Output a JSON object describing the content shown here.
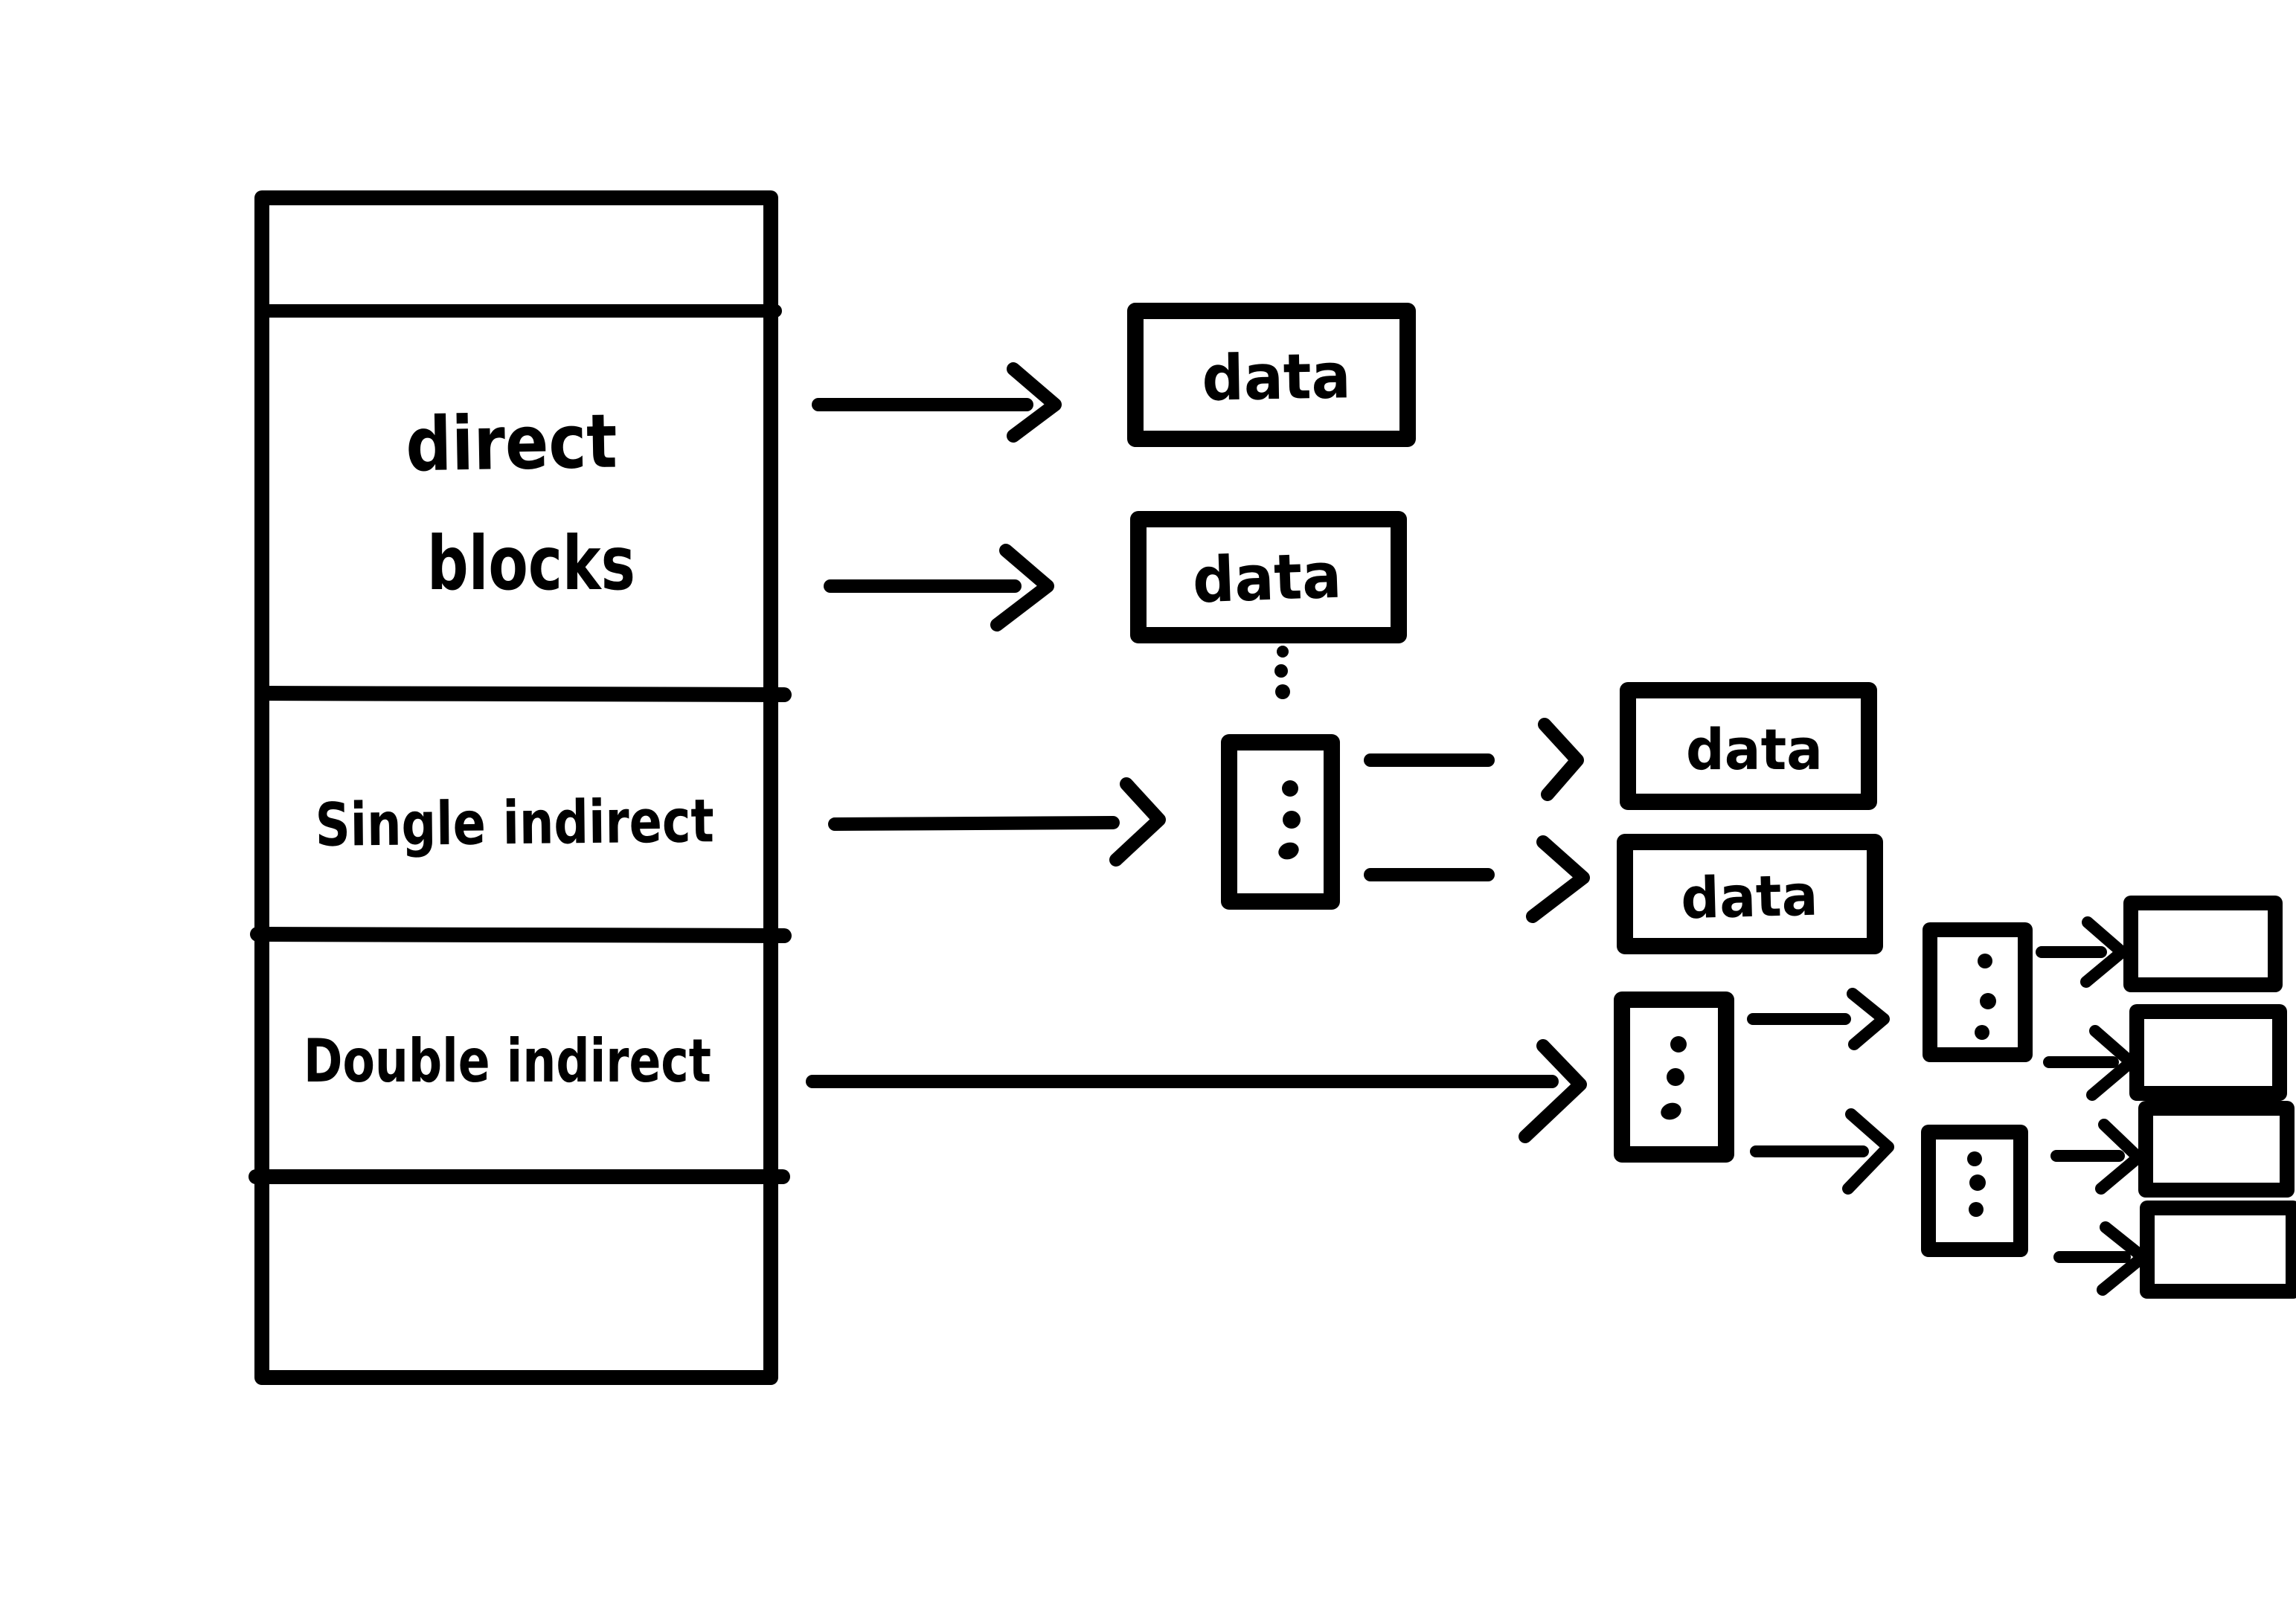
{
  "colors": {
    "ink": "#000000",
    "paper": "#ffffff"
  },
  "inode_table": {
    "rows": [
      {
        "id": "top-empty",
        "label": ""
      },
      {
        "id": "direct-blocks",
        "label_line1": "direct",
        "label_line2": "blocks"
      },
      {
        "id": "single-indirect",
        "label": "Single indirect"
      },
      {
        "id": "double-indirect",
        "label": "Double indirect"
      },
      {
        "id": "bottom-empty",
        "label": ""
      }
    ]
  },
  "data_blocks": {
    "direct_1": {
      "label": "data"
    },
    "direct_2": {
      "label": "data"
    },
    "single_1": {
      "label": "data"
    },
    "single_2": {
      "label": "data"
    },
    "double_leaf_box_count": 4
  }
}
